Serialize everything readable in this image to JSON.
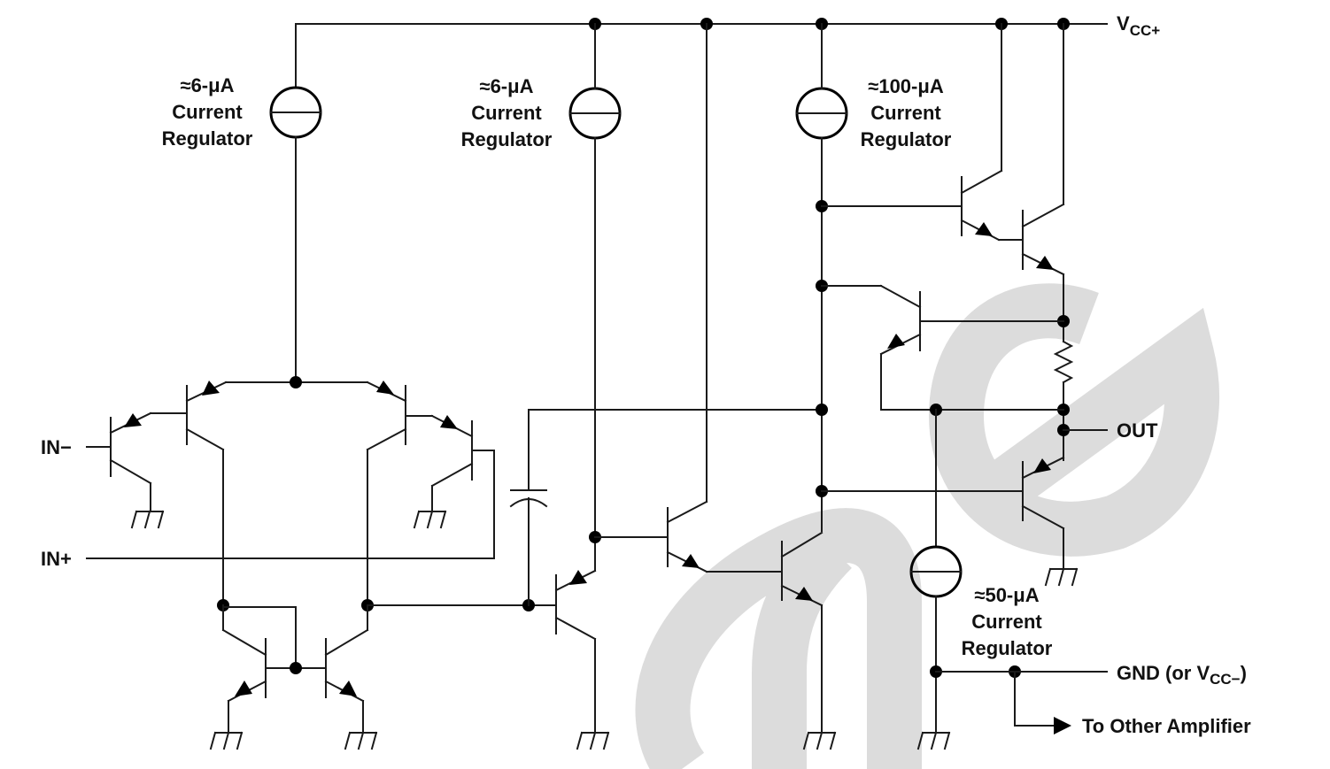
{
  "diagram": {
    "type": "op-amp internal schematic",
    "watermark": {
      "text": "ore",
      "color": "#dcdcdc"
    },
    "colors": {
      "line": "#1a1a1a",
      "text": "#111111",
      "background": "#ffffff"
    },
    "supply": {
      "vcc_plus_main": "V",
      "vcc_plus_sub": "CC+"
    },
    "pins": {
      "in_minus": "IN−",
      "in_plus": "IN+",
      "out": "OUT",
      "gnd_main": "GND (or V",
      "gnd_sub": "CC−",
      "gnd_close": ")",
      "to_other": "To Other Amplifier"
    },
    "current_regulators": [
      {
        "value": "≈6-μA",
        "line2": "Current",
        "line3": "Regulator"
      },
      {
        "value": "≈6-μA",
        "line2": "Current",
        "line3": "Regulator"
      },
      {
        "value": "≈100-μA",
        "line2": "Current",
        "line3": "Regulator"
      },
      {
        "value": "≈50-μA",
        "line2": "Current",
        "line3": "Regulator"
      }
    ]
  }
}
